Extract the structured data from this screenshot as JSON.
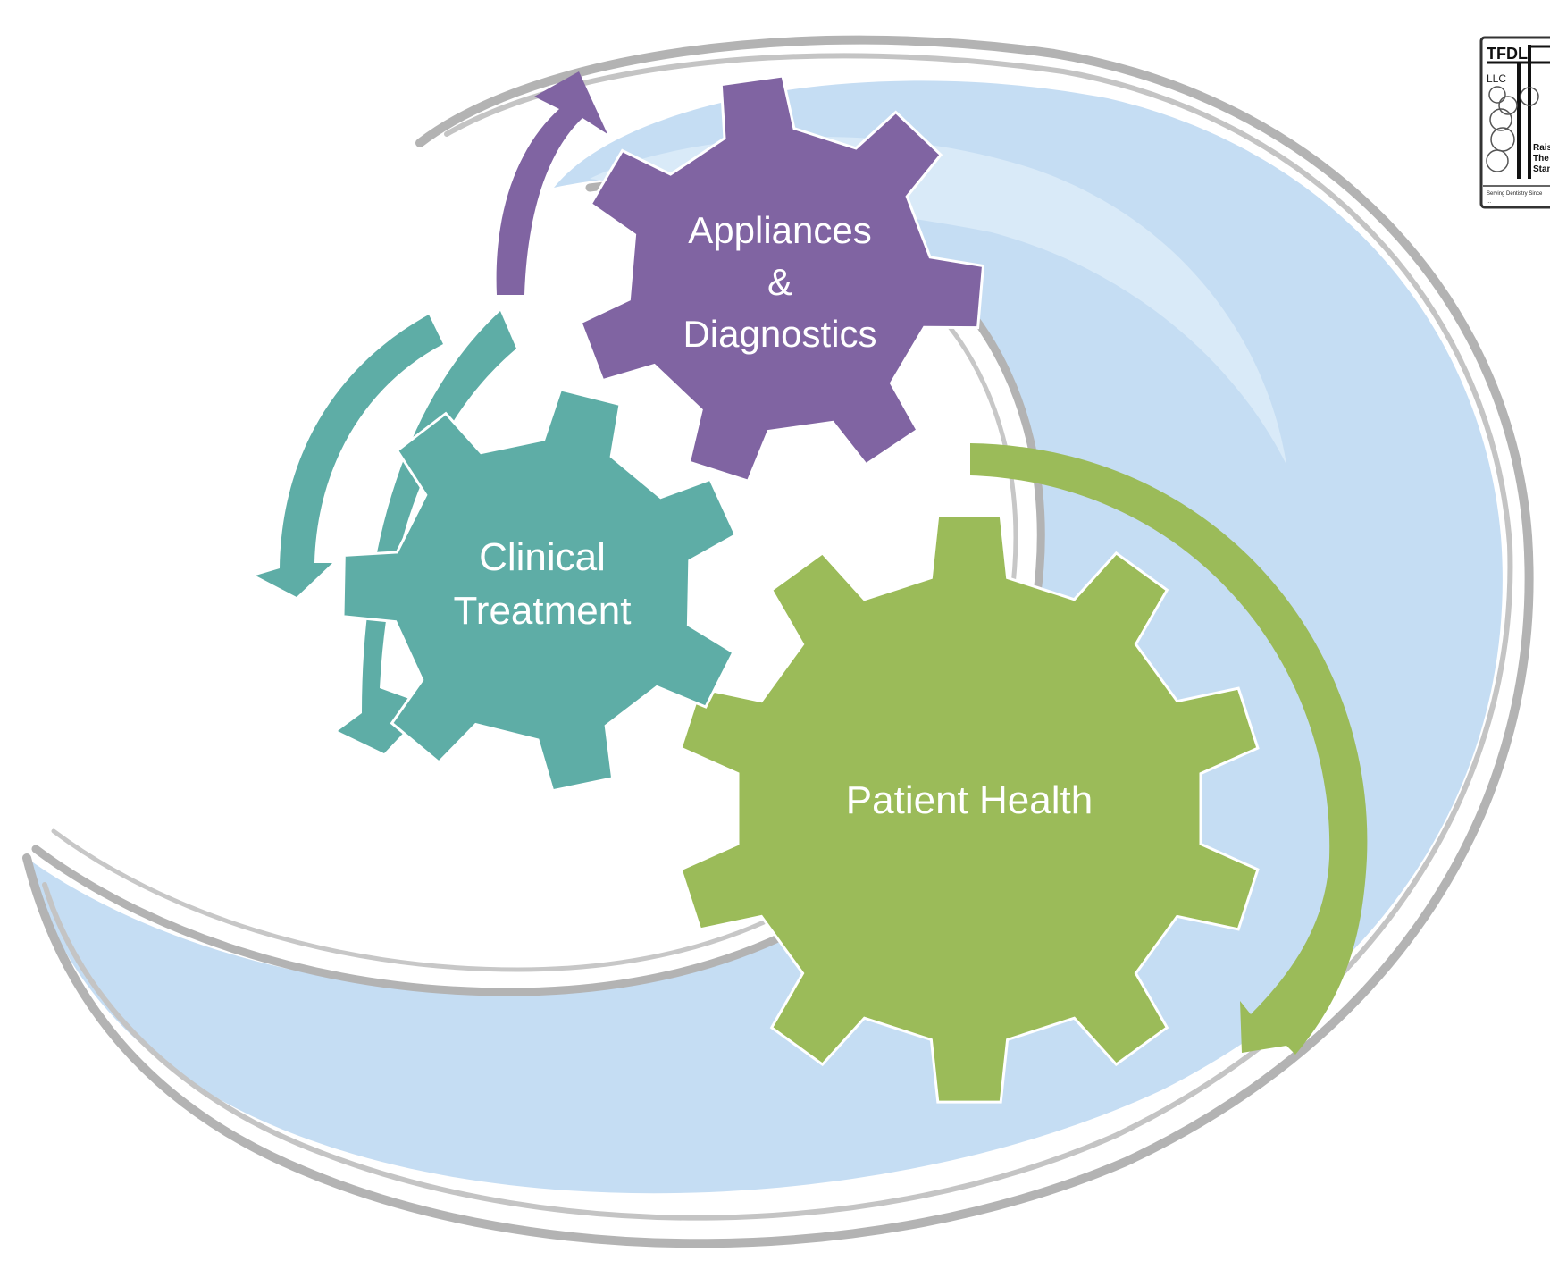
{
  "diagram": {
    "gears": [
      {
        "id": "appliances",
        "label_lines": [
          "Appliances",
          "&",
          "Diagnostics"
        ],
        "color": "#8064a2"
      },
      {
        "id": "clinical",
        "label_lines": [
          "Clinical",
          "Treatment"
        ],
        "color": "#5eada6"
      },
      {
        "id": "patient",
        "label_lines": [
          "Patient Health"
        ],
        "color": "#9bbb59"
      }
    ],
    "swirl": {
      "fill_color": "#c5ddf3",
      "stroke_color": "#a9a9a9"
    }
  },
  "logo": {
    "brand": "TFDL",
    "suffix": "LLC",
    "tagline_lines": [
      "Raisin",
      "The",
      "Stand"
    ],
    "footer_lines": [
      "Serving Dentistry Since",
      "..."
    ]
  }
}
